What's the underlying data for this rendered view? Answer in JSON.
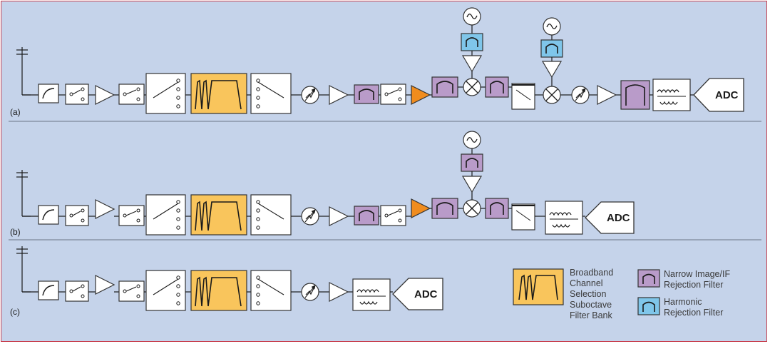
{
  "rows": [
    {
      "label": "(a)",
      "adc": "ADC"
    },
    {
      "label": "(b)",
      "adc": "ADC"
    },
    {
      "label": "(c)",
      "adc": "ADC"
    }
  ],
  "legend": {
    "filter_bank": [
      "Broadband",
      "Channel",
      "Selection",
      "Suboctave",
      "Filter Bank"
    ],
    "narrow_filter": [
      "Narrow Image/IF",
      "Rejection Filter"
    ],
    "harmonic_filter": [
      "Harmonic",
      "Rejection Filter"
    ]
  },
  "colors": {
    "background": "#c5d3ea",
    "border": "#c8404f",
    "filter_bank": "#f9c55c",
    "narrow_filter": "#b99bc9",
    "harmonic_filter": "#7fc6ea",
    "amplifier_accent": "#f08c1e",
    "separator": "#6b7687"
  }
}
